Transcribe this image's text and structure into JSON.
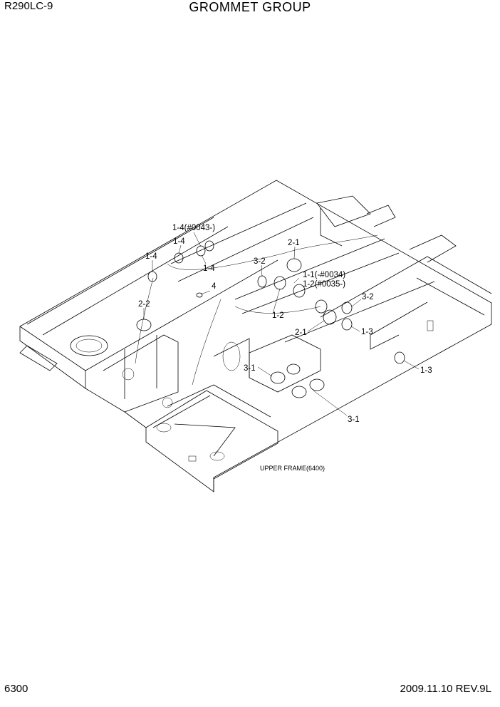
{
  "header": {
    "model": "R290LC-9",
    "title": "GROMMET GROUP"
  },
  "footer": {
    "page": "6300",
    "revision": "2009.11.10  REV.9L"
  },
  "diagram": {
    "caption": "UPPER FRAME(6400)",
    "callouts": [
      "1-4(#0043-)",
      "1-4",
      "1-4",
      "1-4",
      "2-1",
      "3-2",
      "1-1(-#0034)",
      "1-2(#0035-)",
      "2-2",
      "4",
      "3-2",
      "1-2",
      "2-1",
      "1-3",
      "1-3",
      "3-1",
      "3-1"
    ]
  }
}
